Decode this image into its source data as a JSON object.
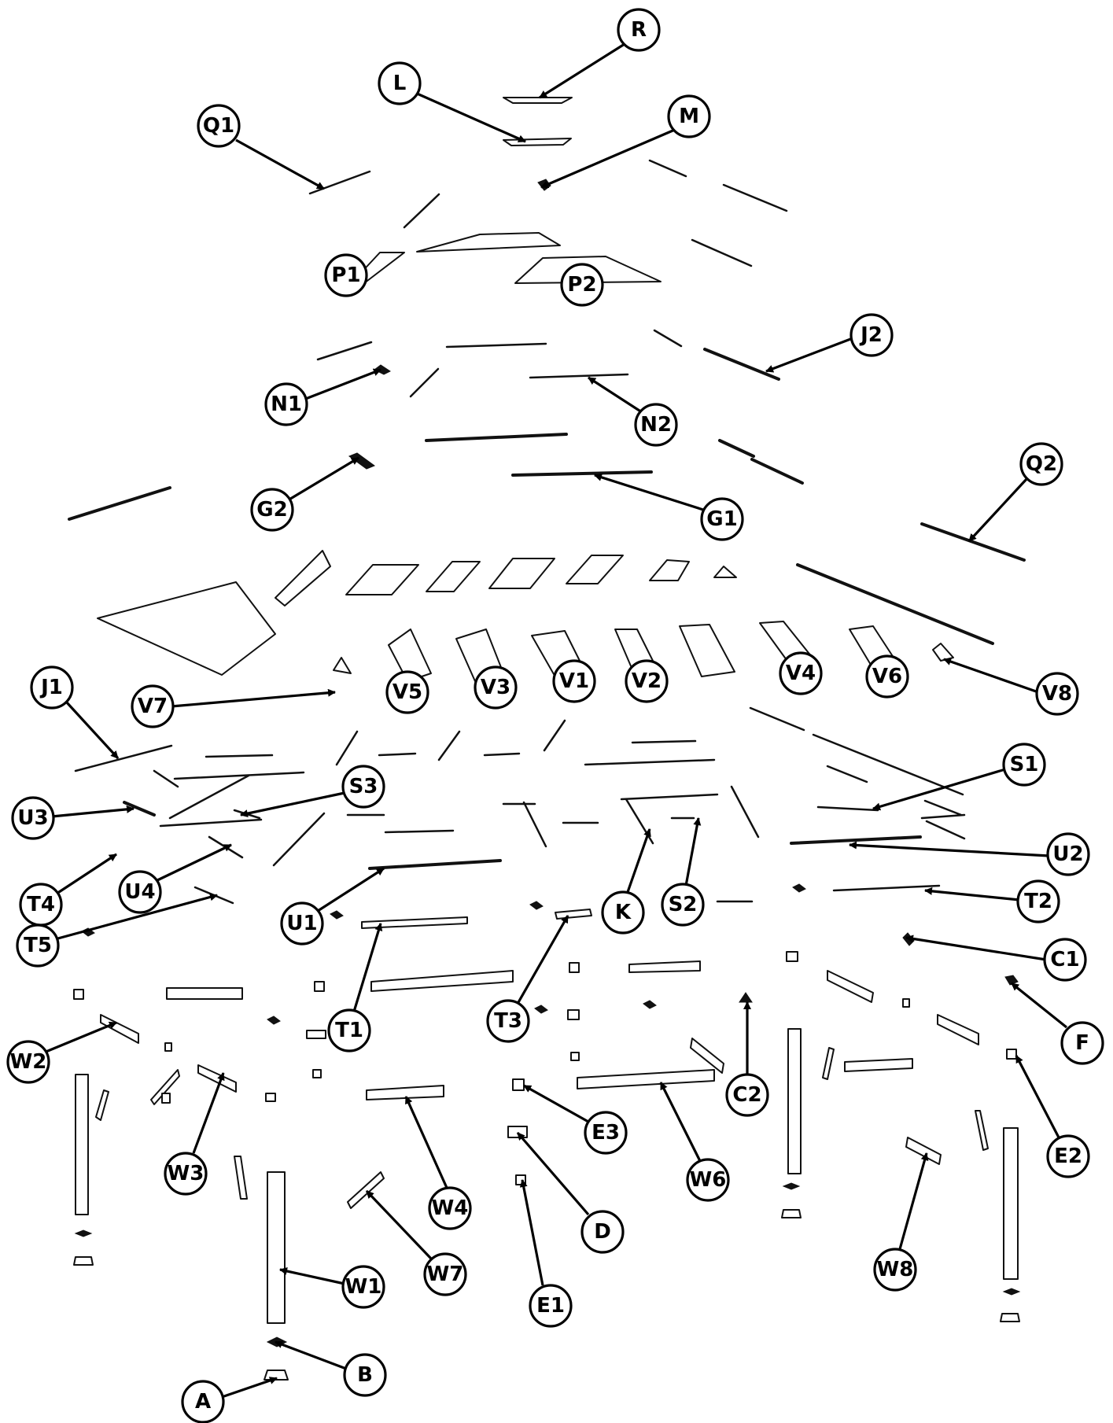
{
  "diagram": {
    "callouts": [
      {
        "id": "R",
        "label": "R"
      },
      {
        "id": "L",
        "label": "L"
      },
      {
        "id": "Q1",
        "label": "Q1"
      },
      {
        "id": "M",
        "label": "M"
      },
      {
        "id": "P1",
        "label": "P1"
      },
      {
        "id": "P2",
        "label": "P2"
      },
      {
        "id": "J2",
        "label": "J2"
      },
      {
        "id": "N1",
        "label": "N1"
      },
      {
        "id": "N2",
        "label": "N2"
      },
      {
        "id": "G2",
        "label": "G2"
      },
      {
        "id": "G1",
        "label": "G1"
      },
      {
        "id": "Q2",
        "label": "Q2"
      },
      {
        "id": "J1",
        "label": "J1"
      },
      {
        "id": "V7",
        "label": "V7"
      },
      {
        "id": "V5",
        "label": "V5"
      },
      {
        "id": "V3",
        "label": "V3"
      },
      {
        "id": "V1",
        "label": "V1"
      },
      {
        "id": "V2",
        "label": "V2"
      },
      {
        "id": "V4",
        "label": "V4"
      },
      {
        "id": "V6",
        "label": "V6"
      },
      {
        "id": "V8",
        "label": "V8"
      },
      {
        "id": "S1",
        "label": "S1"
      },
      {
        "id": "S3",
        "label": "S3"
      },
      {
        "id": "U3",
        "label": "U3"
      },
      {
        "id": "U2",
        "label": "U2"
      },
      {
        "id": "T4",
        "label": "T4"
      },
      {
        "id": "U4",
        "label": "U4"
      },
      {
        "id": "K",
        "label": "K"
      },
      {
        "id": "S2",
        "label": "S2"
      },
      {
        "id": "T2",
        "label": "T2"
      },
      {
        "id": "U1",
        "label": "U1"
      },
      {
        "id": "T5",
        "label": "T5"
      },
      {
        "id": "C1",
        "label": "C1"
      },
      {
        "id": "T1",
        "label": "T1"
      },
      {
        "id": "T3",
        "label": "T3"
      },
      {
        "id": "F",
        "label": "F"
      },
      {
        "id": "W2",
        "label": "W2"
      },
      {
        "id": "C2",
        "label": "C2"
      },
      {
        "id": "E2",
        "label": "E2"
      },
      {
        "id": "E3",
        "label": "E3"
      },
      {
        "id": "W6",
        "label": "W6"
      },
      {
        "id": "W3",
        "label": "W3"
      },
      {
        "id": "W4",
        "label": "W4"
      },
      {
        "id": "D",
        "label": "D"
      },
      {
        "id": "W8",
        "label": "W8"
      },
      {
        "id": "W1",
        "label": "W1"
      },
      {
        "id": "W7",
        "label": "W7"
      },
      {
        "id": "E1",
        "label": "E1"
      },
      {
        "id": "B",
        "label": "B"
      },
      {
        "id": "A",
        "label": "A"
      }
    ]
  }
}
